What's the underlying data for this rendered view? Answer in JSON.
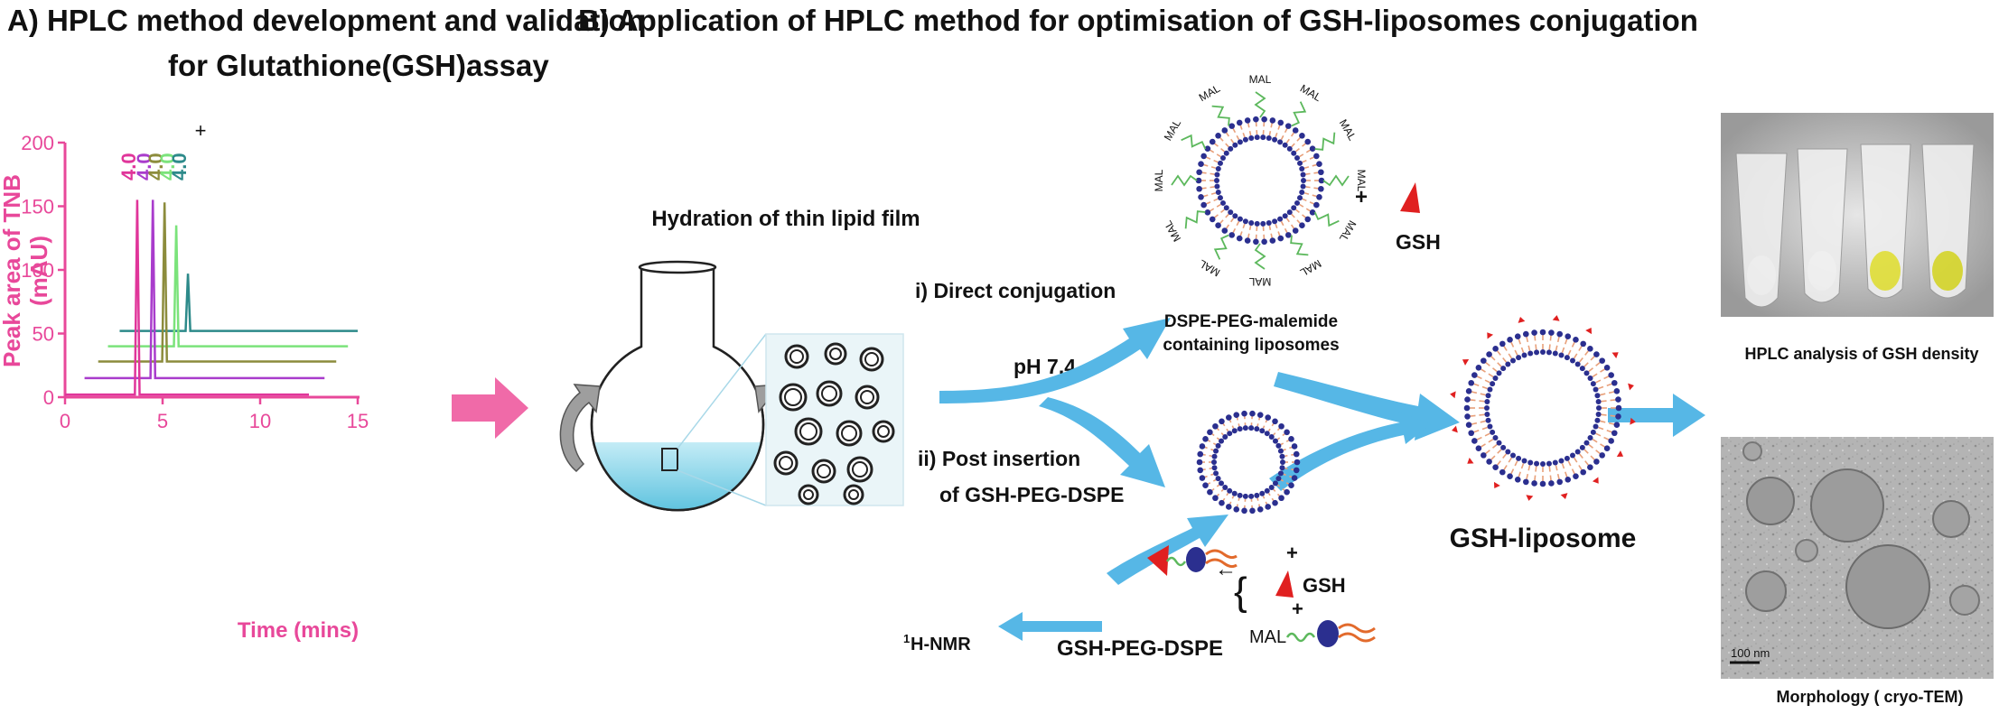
{
  "panel_a": {
    "title_line1": "A)  HPLC method development and validation",
    "title_line2": "for Glutathione(GSH)assay",
    "plus_mark": "+",
    "chart_data": {
      "type": "line",
      "ylabel_line1": "Peak area of TNB",
      "ylabel_line2": "(mAU)",
      "xlabel": "Time (mins)",
      "xlim": [
        0,
        15
      ],
      "ylim": [
        0,
        200
      ],
      "x_ticks": [
        "0",
        "5",
        "10",
        "15"
      ],
      "y_ticks": [
        "0",
        "50",
        "100",
        "150",
        "200"
      ],
      "axis_color": "#e8489a",
      "peak_label_values": [
        "4.0",
        "4.0",
        "4.0",
        "4.0",
        "4.0"
      ],
      "series": [
        {
          "color": "#e0359a",
          "x_start": 0.0,
          "x_end": 12.5,
          "baseline": 2,
          "peak_x": 3.7,
          "peak_height": 153
        },
        {
          "color": "#a93ccc",
          "x_start": 1.0,
          "x_end": 13.3,
          "baseline": 15,
          "peak_x": 4.5,
          "peak_height": 140
        },
        {
          "color": "#8c8c3c",
          "x_start": 1.7,
          "x_end": 13.9,
          "baseline": 28,
          "peak_x": 5.1,
          "peak_height": 125
        },
        {
          "color": "#7be37b",
          "x_start": 2.2,
          "x_end": 14.5,
          "baseline": 40,
          "peak_x": 5.7,
          "peak_height": 95
        },
        {
          "color": "#2d8a8a",
          "x_start": 2.8,
          "x_end": 15.0,
          "baseline": 52,
          "peak_x": 6.3,
          "peak_height": 45
        }
      ]
    }
  },
  "panel_b": {
    "title": "B)  Application of HPLC method for optimisation  of GSH-liposomes conjugation",
    "hydration_label": "Hydration of thin lipid film",
    "direct_conjugation": "i) Direct conjugation",
    "ph_label": "pH 7.4",
    "post_insertion_line1": "ii) Post insertion",
    "post_insertion_line2": "of GSH-PEG-DSPE",
    "mal_label": "MAL",
    "plus": "+",
    "gsh": "GSH",
    "dspe_line1": "DSPE-PEG-malemide",
    "dspe_line2": "containing liposomes",
    "gsh_liposome": "GSH-liposome",
    "gsh_peg_dspe": "GSH-PEG-DSPE",
    "nmr_prefix": "1",
    "nmr_label": "H-NMR",
    "mal_small": "MAL",
    "brace": "{",
    "hplc_analysis": "HPLC analysis of GSH density",
    "morphology": "Morphology ( cryo-TEM)",
    "scale_bar": "100 nm",
    "colors": {
      "arrow_blue": "#56b7e6",
      "arrow_pink": "#f06aa8",
      "lipid_head": "#2b2f8f",
      "lipid_tail": "#e8a07a",
      "peg_green": "#5cb85c",
      "gsh_red": "#e02020"
    }
  }
}
